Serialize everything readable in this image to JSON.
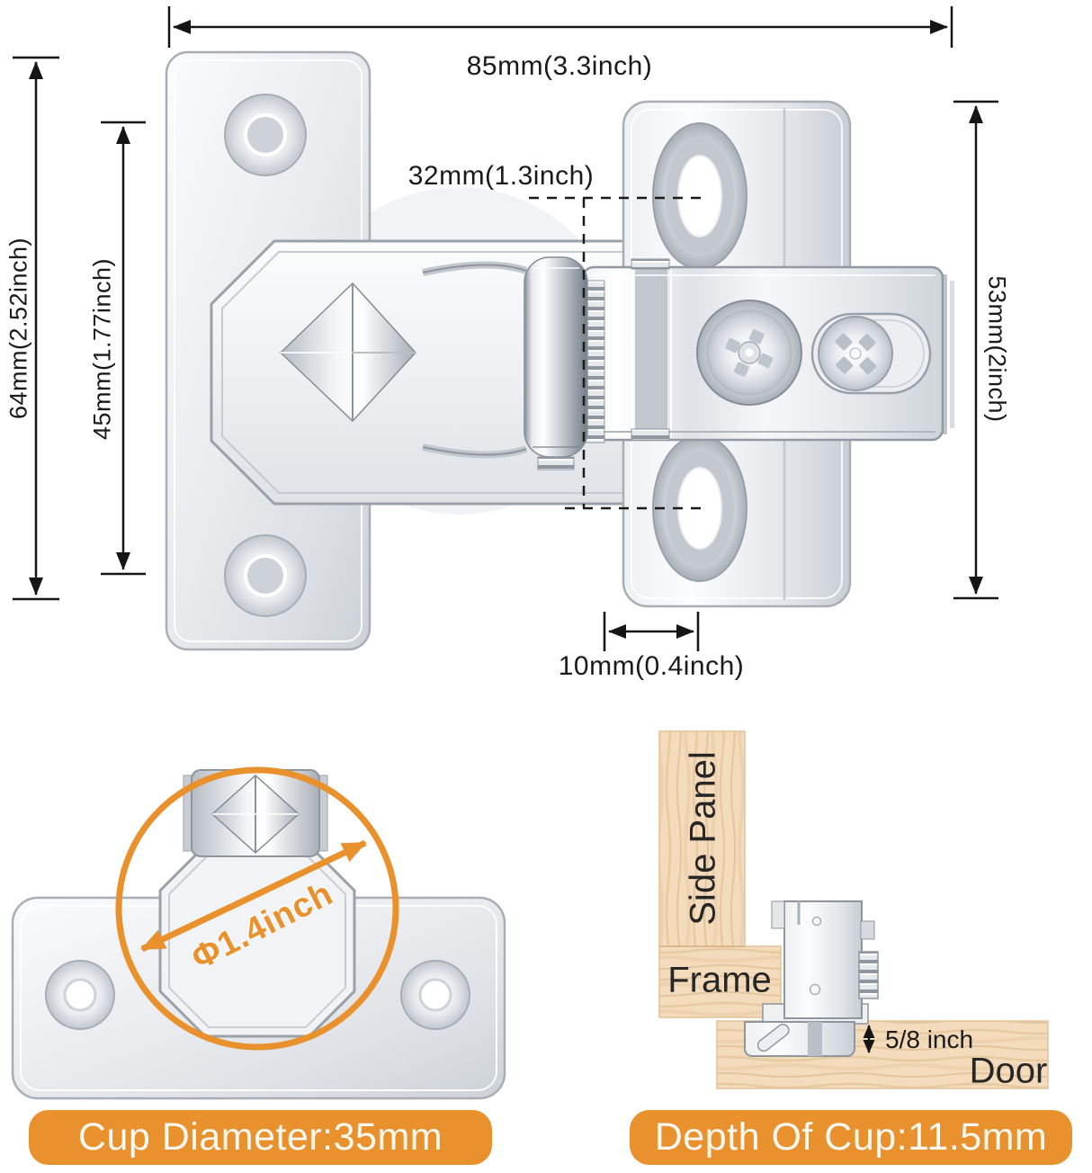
{
  "accent_color": "#E8912D",
  "metal_light": "#f2f3f5",
  "metal_dark": "#9aa0a8",
  "wood_color": "#F3DBBB",
  "top_diagram": {
    "width_label": "85mm(3.3inch)",
    "height_outer_label": "64mm(2.52inch)",
    "height_inner_label": "45mm(1.77inch)",
    "hole_spacing_label": "32mm(1.3inch)",
    "plate_height_label": "53mm(2inch)",
    "offset_label": "10mm(0.4inch)"
  },
  "cup_view": {
    "diameter_label": "Φ1.4inch",
    "badge": "Cup Diameter:35mm"
  },
  "install_view": {
    "side_panel_label": "Side Panel",
    "frame_label": "Frame",
    "door_label": "Door",
    "depth_label": "5/8 inch",
    "badge": "Depth Of Cup:11.5mm"
  }
}
